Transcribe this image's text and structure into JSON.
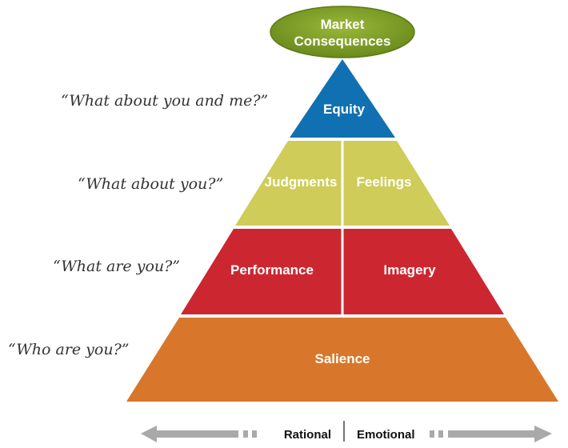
{
  "top": {
    "line1": "Market",
    "line2": "Consequences"
  },
  "questions": [
    "“What about you and me?”",
    "“What about you?”",
    "“What are you?”",
    "“Who are you?”"
  ],
  "levels": {
    "equity": "Equity",
    "judgments": "Judgments",
    "feelings": "Feelings",
    "performance": "Performance",
    "imagery": "Imagery",
    "salience": "Salience"
  },
  "axis": {
    "left": "Rational",
    "right": "Emotional"
  },
  "colors": {
    "equity": "#1170b2",
    "judgments_feelings": "#cfcc5a",
    "performance_imagery": "#cc2731",
    "salience": "#d8772b",
    "ellipse": "#7c9a23",
    "arrow": "#a9a9a9"
  }
}
